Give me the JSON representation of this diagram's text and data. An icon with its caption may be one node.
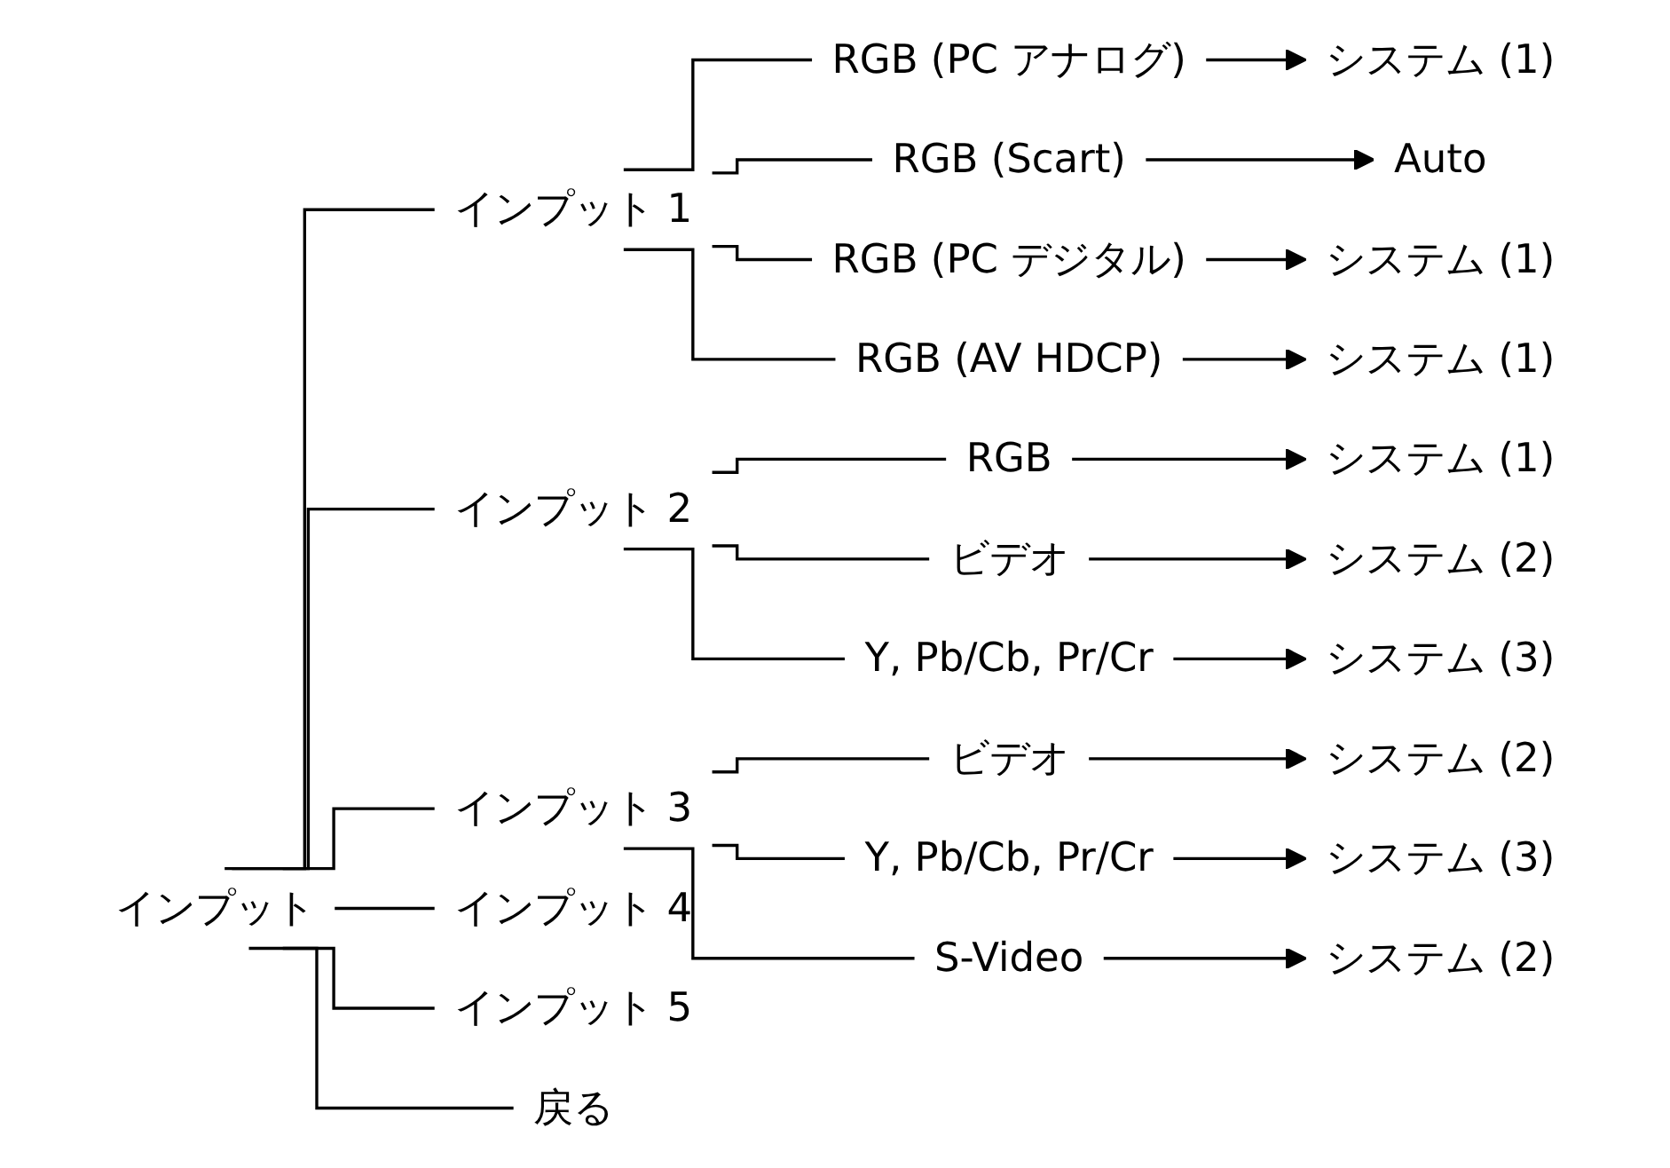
{
  "diagram": {
    "nodes": [
      {
        "text": [
          "インプット"
        ]
      },
      {
        "text": [
          "インプット 1"
        ]
      },
      {
        "text": [
          "RGB (PC アナログ)"
        ]
      },
      {
        "text": [
          "システム (1)"
        ]
      },
      {
        "text": [
          "RGB (Scart)"
        ]
      },
      {
        "text": [
          "Auto"
        ]
      },
      {
        "text": [
          "RGB (PC デジタル)"
        ]
      },
      {
        "text": [
          "システム (1)"
        ]
      },
      {
        "text": [
          "RGB (AV HDCP)"
        ]
      },
      {
        "text": [
          "システム (1)"
        ]
      },
      {
        "text": [
          "インプット 2"
        ]
      },
      {
        "text": [
          "RGB"
        ]
      },
      {
        "text": [
          "システム (1)"
        ]
      },
      {
        "text": [
          "ビデオ"
        ]
      },
      {
        "text": [
          "システム (2)"
        ]
      },
      {
        "text": [
          "Y, Pb/Cb, Pr/Cr"
        ]
      },
      {
        "text": [
          "システム (3)"
        ]
      },
      {
        "text": [
          "インプット 3"
        ]
      },
      {
        "text": [
          "ビデオ"
        ]
      },
      {
        "text": [
          "システム (2)"
        ]
      },
      {
        "text": [
          "Y, Pb/Cb, Pr/Cr"
        ]
      },
      {
        "text": [
          "システム (3)"
        ]
      },
      {
        "text": [
          "S-Video"
        ]
      },
      {
        "text": [
          "システム (2)"
        ]
      },
      {
        "text": [
          "インプット 4"
        ]
      },
      {
        "text": [
          "インプット 5"
        ]
      },
      {
        "text": [
          "戻る"
        ]
      }
    ],
    "edges": [
      {
        "from": 0,
        "to": 1,
        "arrow": "none"
      },
      {
        "from": 0,
        "to": 10,
        "arrow": "none"
      },
      {
        "from": 0,
        "to": 17,
        "arrow": "none"
      },
      {
        "from": 0,
        "to": 24,
        "arrow": "none"
      },
      {
        "from": 0,
        "to": 25,
        "arrow": "none"
      },
      {
        "from": 0,
        "to": 26,
        "arrow": "none"
      },
      {
        "from": 1,
        "to": 2,
        "arrow": "none"
      },
      {
        "from": 1,
        "to": 4,
        "arrow": "none"
      },
      {
        "from": 1,
        "to": 6,
        "arrow": "none"
      },
      {
        "from": 1,
        "to": 8,
        "arrow": "none"
      },
      {
        "from": 2,
        "to": 3,
        "arrow": "to"
      },
      {
        "from": 4,
        "to": 5,
        "arrow": "to"
      },
      {
        "from": 6,
        "to": 7,
        "arrow": "to"
      },
      {
        "from": 8,
        "to": 9,
        "arrow": "to"
      },
      {
        "from": 10,
        "to": 11,
        "arrow": "none"
      },
      {
        "from": 10,
        "to": 13,
        "arrow": "none"
      },
      {
        "from": 10,
        "to": 15,
        "arrow": "none"
      },
      {
        "from": 11,
        "to": 12,
        "arrow": "to"
      },
      {
        "from": 13,
        "to": 14,
        "arrow": "to"
      },
      {
        "from": 15,
        "to": 16,
        "arrow": "to"
      },
      {
        "from": 17,
        "to": 18,
        "arrow": "none"
      },
      {
        "from": 17,
        "to": 20,
        "arrow": "none"
      },
      {
        "from": 17,
        "to": 22,
        "arrow": "none"
      },
      {
        "from": 18,
        "to": 19,
        "arrow": "to"
      },
      {
        "from": 20,
        "to": 21,
        "arrow": "to"
      },
      {
        "from": 22,
        "to": 23,
        "arrow": "to"
      }
    ]
  }
}
